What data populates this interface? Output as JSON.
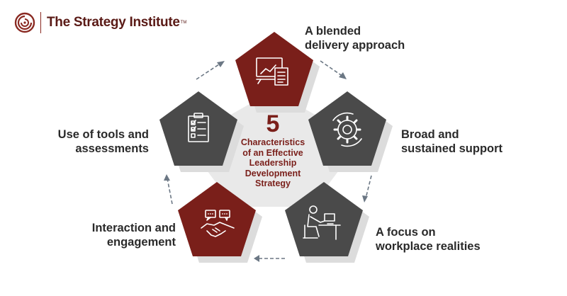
{
  "logo": {
    "name": "The Strategy Institute",
    "trademark": "TM"
  },
  "center": {
    "number": "5",
    "lines": [
      "Characteristics",
      "of an Effective",
      "Leadership",
      "Development",
      "Strategy"
    ]
  },
  "items": [
    {
      "lines": [
        "A blended",
        "delivery approach"
      ],
      "icon": "presentation-documents-icon",
      "color": "#7a1f1a"
    },
    {
      "lines": [
        "Broad and",
        "sustained support"
      ],
      "icon": "gears-icon",
      "color": "#4a4a4a"
    },
    {
      "lines": [
        "A focus on",
        "workplace realities"
      ],
      "icon": "person-at-desk-icon",
      "color": "#4a4a4a"
    },
    {
      "lines": [
        "Interaction and",
        "engagement"
      ],
      "icon": "handshake-chat-icon",
      "color": "#7a1f1a"
    },
    {
      "lines": [
        "Use of tools and",
        "assessments"
      ],
      "icon": "checklist-clipboard-icon",
      "color": "#4a4a4a"
    }
  ],
  "colors": {
    "brand": "#7a1f1a",
    "dark": "#4a4a4a",
    "arrow": "#6b7784",
    "halo": "#e6e6e6"
  }
}
